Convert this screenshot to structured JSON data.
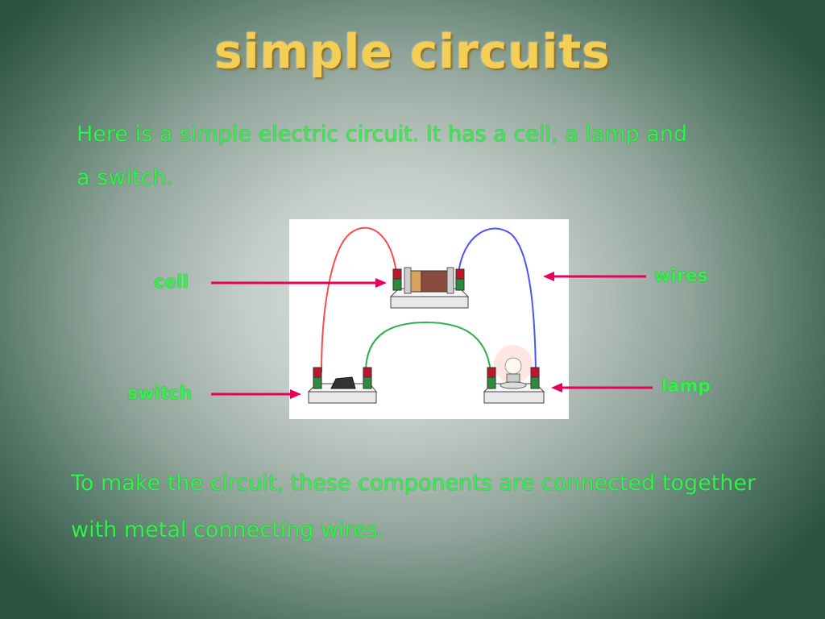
{
  "slide": {
    "title": "simple circuits",
    "intro": "Here is a simple electric circuit. It has a cell, a lamp and a switch.",
    "outro": "To make the circuit, these components are connected together with metal connecting wires."
  },
  "diagram": {
    "labels": {
      "cell": "cell",
      "wires": "wires",
      "switch": "switch",
      "lamp": "lamp"
    },
    "colors": {
      "arrow": "#e8005a",
      "wire_red": "#ff4a4a",
      "wire_blue": "#4a55ff",
      "wire_green": "#2fb04a",
      "label_text": "#35ef4c",
      "title_text": "#f3cf55"
    }
  }
}
